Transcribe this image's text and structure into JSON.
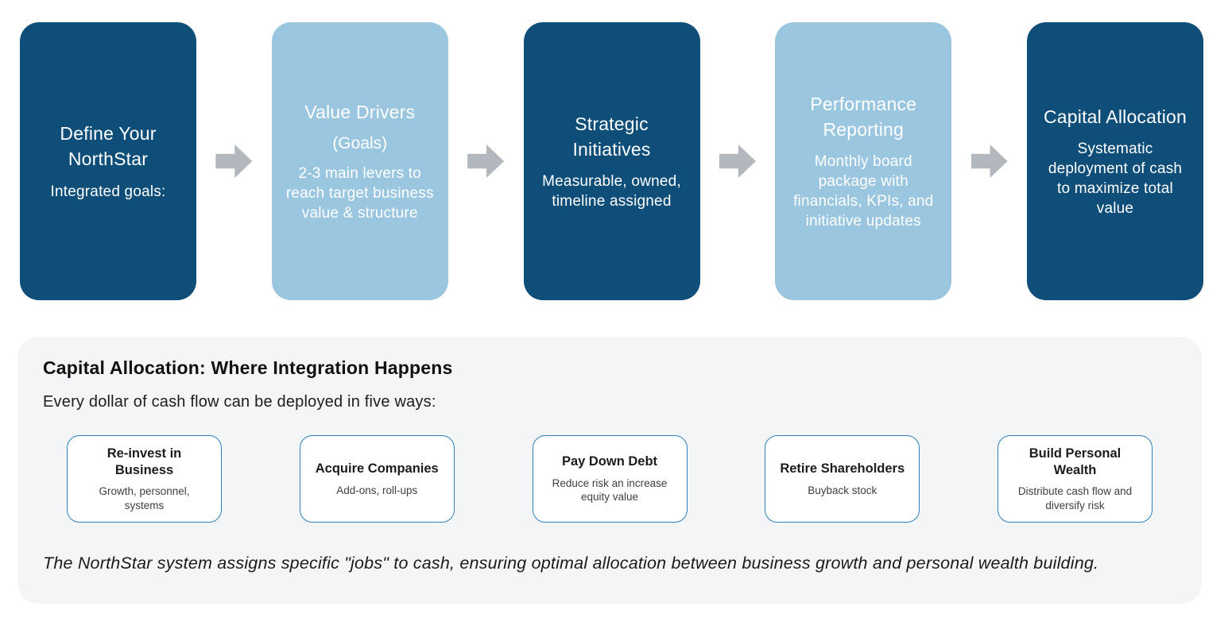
{
  "flow": {
    "steps": [
      {
        "title": "Define Your NorthStar",
        "body": "Integrated goals:",
        "variant": "dark"
      },
      {
        "title": "Value Drivers",
        "subtitle": "(Goals)",
        "body": "2-3 main levers to reach target business value & structure",
        "variant": "light"
      },
      {
        "title": "Strategic Initiatives",
        "body": "Measurable, owned, timeline assigned",
        "variant": "dark"
      },
      {
        "title": "Performance Reporting",
        "body": "Monthly board package with financials, KPIs, and initiative updates",
        "variant": "light"
      },
      {
        "title": "Capital Allocation",
        "body": "Systematic deployment of cash to maximize total value",
        "variant": "dark"
      }
    ]
  },
  "panel": {
    "title": "Capital Allocation: Where Integration Happens",
    "subtitle": "Every dollar of cash flow can be deployed in five ways:",
    "cards": [
      {
        "title": "Re-invest in Business",
        "body": "Growth, personnel, systems"
      },
      {
        "title": "Acquire Companies",
        "body": "Add-ons, roll-ups"
      },
      {
        "title": "Pay Down Debt",
        "body": "Reduce risk an increase equity value"
      },
      {
        "title": "Retire Shareholders",
        "body": "Buyback stock"
      },
      {
        "title": "Build Personal Wealth",
        "body": "Distribute cash flow and diversify risk"
      }
    ],
    "footnote": "The NorthStar system assigns specific \"jobs\" to cash, ensuring optimal allocation between business growth and personal wealth building."
  },
  "colors": {
    "dark_blue": "#0e4e79",
    "light_blue": "#9ac6e0",
    "arrow_gray": "#b2b8bd",
    "panel_bg": "#f3f5f6",
    "card_border": "#2d7fb8"
  }
}
